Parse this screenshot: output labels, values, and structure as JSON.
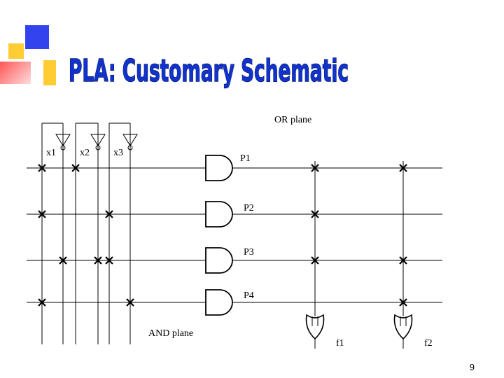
{
  "slide": {
    "title": "PLA: Customary Schematic",
    "page_number": "9"
  },
  "decor": {
    "square_colors": [
      "#3344ee",
      "#ffcc33",
      "#ffcc33",
      "#ff6666"
    ]
  },
  "schematic": {
    "input_labels": [
      "x1",
      "x2",
      "x3"
    ],
    "product_labels": [
      "P1",
      "P2",
      "P3",
      "P4"
    ],
    "output_labels": [
      "f1",
      "f2"
    ],
    "plane_labels": {
      "or_plane": "OR plane",
      "and_plane": "AND plane"
    },
    "and_connections": [
      [
        "x1",
        "x2"
      ],
      [
        "x1",
        "x3"
      ],
      [
        "x1'",
        "x2'",
        "x3"
      ],
      [
        "x1",
        "x3'"
      ]
    ],
    "or_connections": {
      "f1": [
        "P1",
        "P2",
        "P3"
      ],
      "f2": [
        "P1",
        "P3",
        "P4"
      ]
    }
  }
}
